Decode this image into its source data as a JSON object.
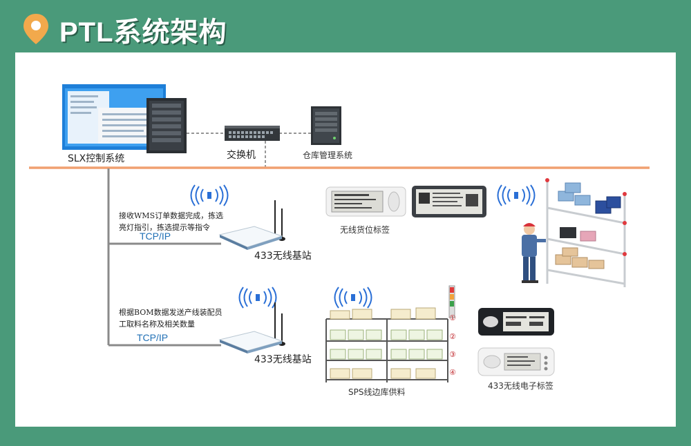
{
  "header": {
    "title": "PTL系统架构",
    "pin_color": "#f2a94c"
  },
  "colors": {
    "bus_line": "#f0a070",
    "tree_line": "#8a8a8a",
    "tcp_text": "#1f6fb5",
    "wireless": "#2a6fd6"
  },
  "nodes": {
    "slx": "SLX控制系统",
    "switch": "交换机",
    "wms": "仓库管理系统",
    "wireless_tag": "无线货位标签",
    "base_station_1": "433无线基站",
    "base_station_2": "433无线基站",
    "sps": "SPS线边库供料",
    "e_tag": "433无线电子标签"
  },
  "branch1": {
    "note_line1": "接收WMS订单数据完成，拣选",
    "note_line2": "亮灯指引，拣选提示等指令",
    "protocol": "TCP/IP"
  },
  "branch2": {
    "note_line1": "根据BOM数据发送产线装配员",
    "note_line2": "工取料名称及相关数量",
    "protocol": "TCP/IP"
  },
  "rack_markers": [
    "①",
    "②",
    "③",
    "④"
  ],
  "icons": [
    "map-pin-icon",
    "wireless-signal-icon",
    "antenna-icon",
    "server-icon",
    "switch-icon",
    "monitor-icon",
    "shelf-icon",
    "worker-icon",
    "traffic-light-icon"
  ]
}
